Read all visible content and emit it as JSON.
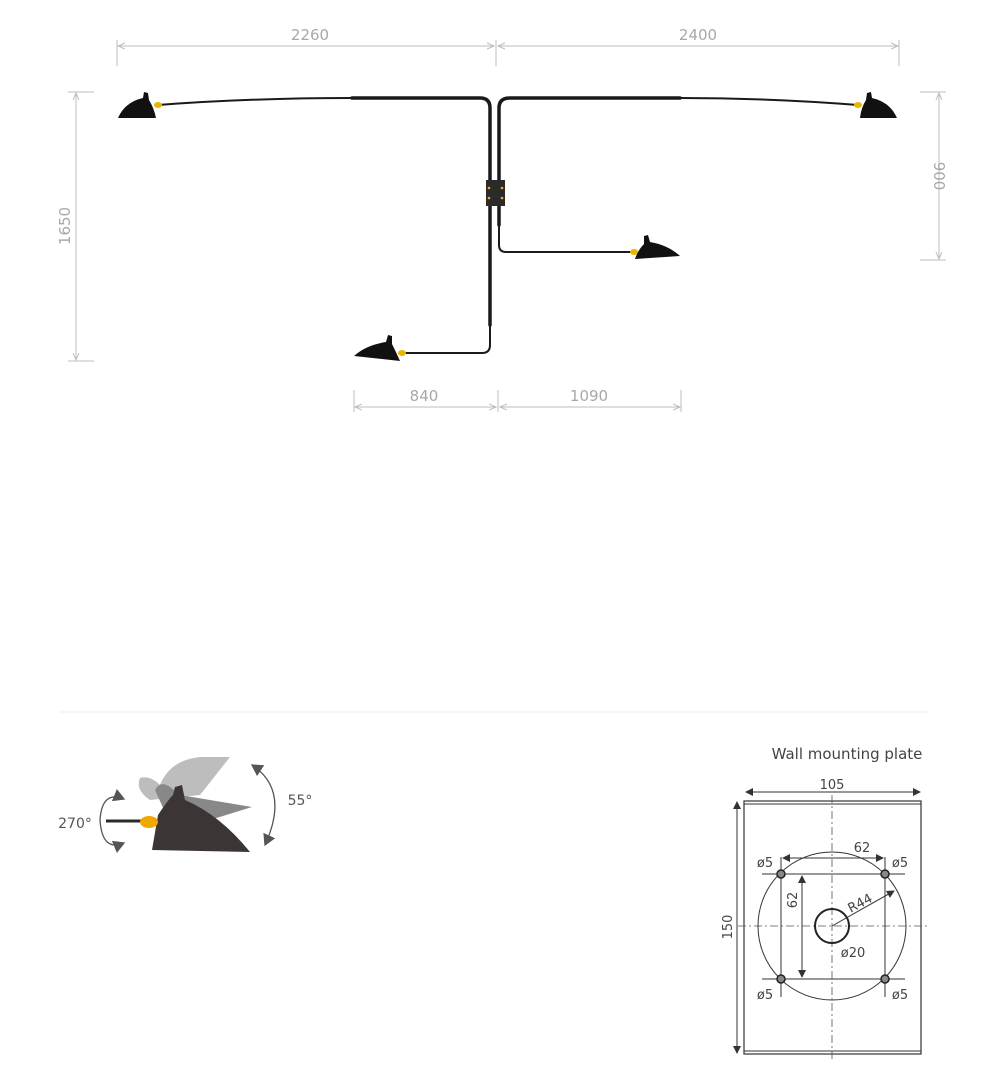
{
  "lamp_dimensions": {
    "top_left_width": "2260",
    "top_right_width": "2400",
    "left_height": "1650",
    "right_height": "900",
    "bottom_left_width": "840",
    "bottom_right_width": "1090"
  },
  "rotation": {
    "horizontal": "270°",
    "tilt": "55°"
  },
  "mounting_plate": {
    "title": "Wall mounting plate",
    "width": "105",
    "height": "150",
    "hole_spacing_h": "62",
    "hole_spacing_v": "62",
    "radius": "R44",
    "center_hole": "ø20",
    "hole_tl": "ø5",
    "hole_tr": "ø5",
    "hole_bl": "ø5",
    "hole_br": "ø5"
  },
  "colors": {
    "arm": "#1a1a1a",
    "brass": "#f0b400",
    "dim": "#bdbdbd"
  }
}
